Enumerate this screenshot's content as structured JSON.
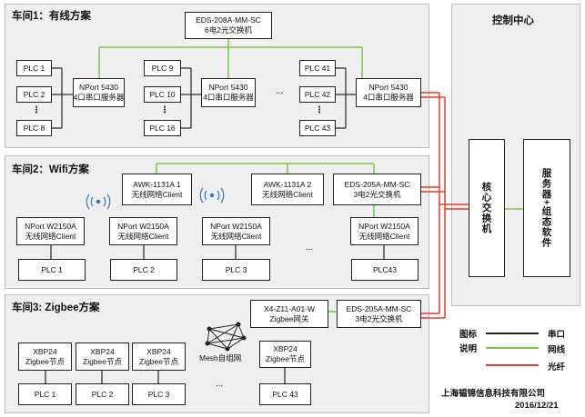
{
  "control_center": {
    "title": "控制中心",
    "core_switch": "核心交换机",
    "server": "服务器+组态软件"
  },
  "ws1": {
    "title": "车间1：有线方案",
    "switch": [
      "EDS-208A-MM-SC",
      "6电2光交换机"
    ],
    "groups": [
      {
        "plcs": [
          "PLC 1",
          "PLC 2",
          "PLC 8"
        ],
        "nport": [
          "NPort 5430",
          "4口串口服务器"
        ]
      },
      {
        "plcs": [
          "PLC 9",
          "PLC 10",
          "PLC 16"
        ],
        "nport": [
          "NPort 5430",
          "4口串口服务器"
        ]
      },
      {
        "plcs": [
          "PLC 41",
          "PLC 42",
          "PLC 43"
        ],
        "nport": [
          "NPort 5430",
          "4口串口服务器"
        ]
      }
    ],
    "ellipsis": "...",
    "vdots": "⋮"
  },
  "ws2": {
    "title": "车间2：Wifi方案",
    "ap1": [
      "AWK-1131A 1",
      "无线网络Client"
    ],
    "ap2": [
      "AWK-1131A 2",
      "无线网络Client"
    ],
    "switch": [
      "EDS-205A-MM-SC",
      "3电2光交换机"
    ],
    "clients": [
      {
        "nport": [
          "NPort W2150A",
          "无线网络Client"
        ],
        "plc": "PLC 1"
      },
      {
        "nport": [
          "NPort W2150A",
          "无线网络Client"
        ],
        "plc": "PLC 2"
      },
      {
        "nport": [
          "NPort W2150A",
          "无线网络Client"
        ],
        "plc": "PLC 3"
      },
      {
        "nport": [
          "NPort W2150A",
          "无线网络Client"
        ],
        "plc": "PLC43"
      }
    ],
    "ellipsis": "..."
  },
  "ws3": {
    "title": "车间3: Zigbee方案",
    "gateway": [
      "X4-Z11-A01-W",
      "Zigbee网关"
    ],
    "switch": [
      "EDS-205A-MM-SC",
      "3电2光交换机"
    ],
    "nodes": [
      {
        "node": [
          "XBP24",
          "Zigbee节点"
        ],
        "plc": "PLC 1"
      },
      {
        "node": [
          "XBP24",
          "Zigbee节点"
        ],
        "plc": "PLC 2"
      },
      {
        "node": [
          "XBP24",
          "Zigbee节点"
        ],
        "plc": "PLC 3"
      },
      {
        "node": [
          "XBP24",
          "Zigbee节点"
        ],
        "plc": "PLC 43"
      }
    ],
    "mesh_label": "Mesh自组网",
    "ellipsis": "..."
  },
  "legend": {
    "label_line1": "图标",
    "label_line2": "说明",
    "items": [
      {
        "name": "串口",
        "color": "#222222"
      },
      {
        "name": "网线",
        "color": "#7ac943"
      },
      {
        "name": "光纤",
        "color": "#e83a2e"
      }
    ]
  },
  "footer": {
    "company": "上海韫锦信息科技有限公司",
    "date": "2016/12/21"
  }
}
